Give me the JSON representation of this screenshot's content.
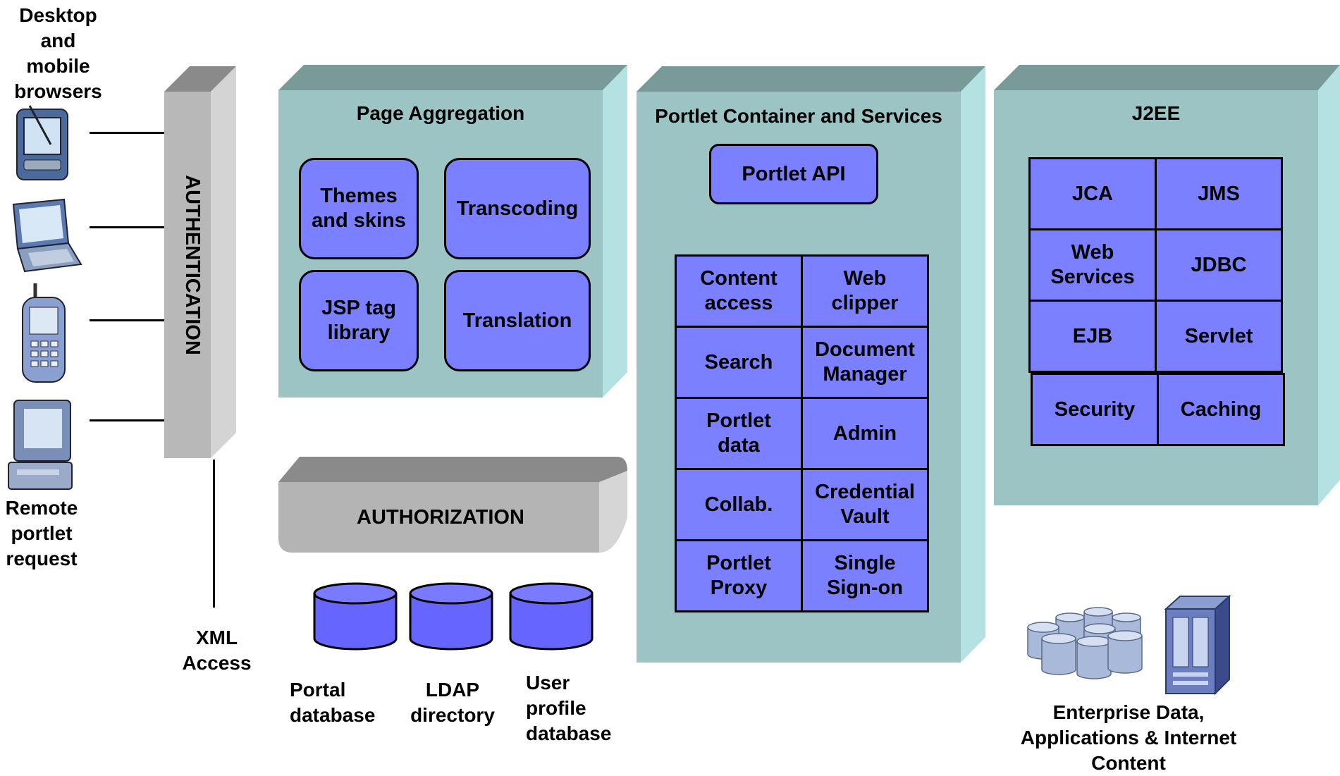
{
  "clients": {
    "top_label": "Desktop\nand\nmobile\nbrowsers",
    "bottom_label": "Remote\nportlet\nrequest",
    "devices": [
      "pda-icon",
      "laptop-icon",
      "cell-phone-icon",
      "desktop-computer-icon"
    ]
  },
  "authentication": {
    "label": "AUTHENTICATION"
  },
  "xml_access": {
    "label": "XML\nAccess"
  },
  "page_aggregation": {
    "title": "Page Aggregation",
    "items": [
      "Themes\nand skins",
      "Transcoding",
      "JSP tag\nlibrary",
      "Translation"
    ]
  },
  "authorization": {
    "label": "AUTHORIZATION"
  },
  "databases": [
    {
      "label": "Portal\ndatabase"
    },
    {
      "label": "LDAP\ndirectory"
    },
    {
      "label": "User\nprofile\ndatabase"
    }
  ],
  "portlet_container": {
    "title": "Portlet Container and Services",
    "api_label": "Portlet API",
    "services": [
      "Content\naccess",
      "Web\nclipper",
      "Search",
      "Document\nManager",
      "Portlet\ndata",
      "Admin",
      "Collab.",
      "Credential\nVault",
      "Portlet\nProxy",
      "Single\nSign-on"
    ]
  },
  "j2ee": {
    "title": "J2EE",
    "items": [
      "JCA",
      "JMS",
      "Web\nServices",
      "JDBC",
      "EJB",
      "Servlet",
      "Security",
      "Caching"
    ]
  },
  "enterprise": {
    "label": "Enterprise Data,\nApplications & Internet\nContent",
    "icons": [
      "database-cluster-icon",
      "server-icon"
    ]
  },
  "colors": {
    "panel_front": "#9cc4c4",
    "panel_top": "#7a9a9a",
    "panel_side": "#b4e2e2",
    "cell_fill": "#7a80ff",
    "db_fill": "#6666ff",
    "gray_bar": "#b8b8b8"
  }
}
